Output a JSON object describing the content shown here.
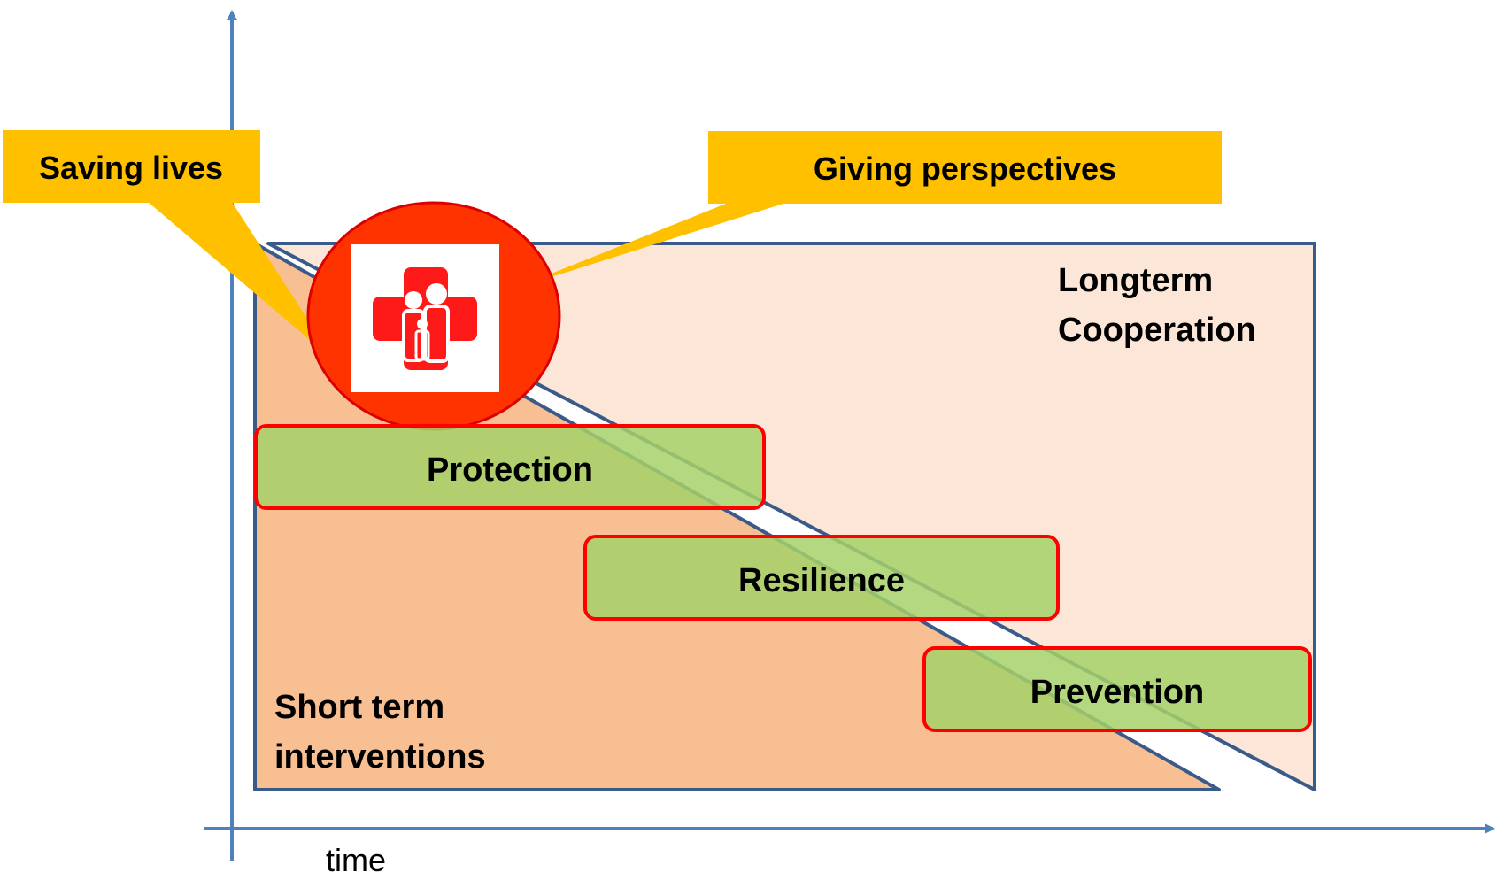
{
  "callouts": {
    "saving_lives": "Saving lives",
    "giving_perspectives": "Giving perspectives"
  },
  "regions": {
    "longterm_line1": "Longterm",
    "longterm_line2": "Cooperation",
    "shortterm_line1": "Short term",
    "shortterm_line2": "interventions"
  },
  "bars": {
    "protection": "Protection",
    "resilience": "Resilience",
    "prevention": "Prevention"
  },
  "axis": {
    "x_label": "time"
  },
  "icon": {
    "name": "red-cross-family-icon"
  },
  "colors": {
    "axis": "#4F81BD",
    "callout": "#FFC000",
    "short_term_fill": "#F8BF92",
    "long_term_fill": "#FCE6D8",
    "outline": "#3A5A8A",
    "bar_fill": "#A6D169",
    "bar_border": "#FF0000",
    "circle_fill": "#FF3300"
  }
}
